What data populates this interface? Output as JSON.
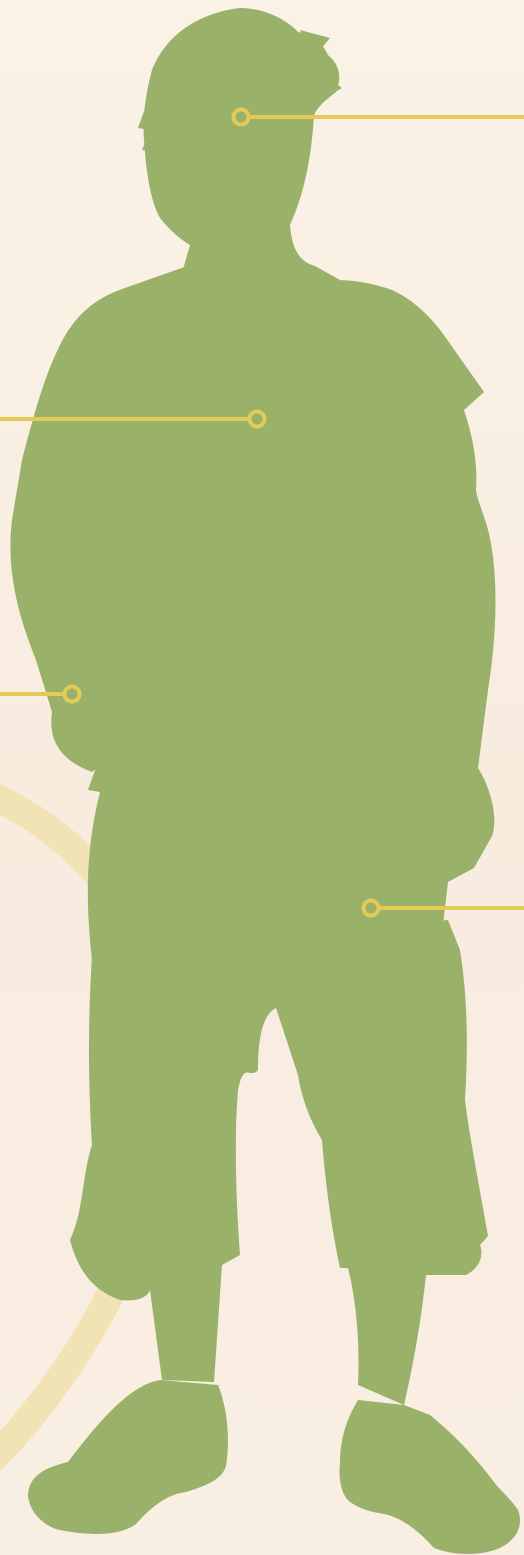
{
  "palette": {
    "background": "#f9efe2",
    "silhouette": "#9ab16a",
    "ring": "#f1e3b4",
    "callout": "#e4cb57"
  },
  "figure": {
    "subject": "standing-person-silhouette",
    "callouts": [
      {
        "id": "head-callout",
        "direction": "right"
      },
      {
        "id": "chest-callout",
        "direction": "left"
      },
      {
        "id": "hand-callout",
        "direction": "left"
      },
      {
        "id": "leg-callout",
        "direction": "right"
      }
    ]
  }
}
